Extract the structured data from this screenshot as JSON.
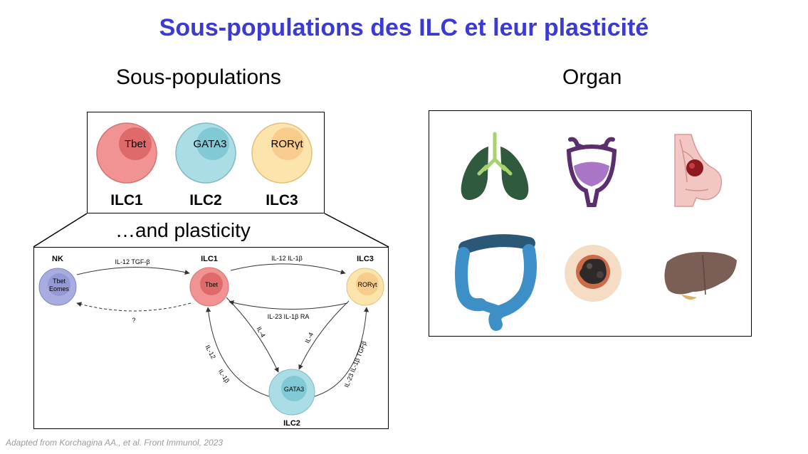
{
  "title": "Sous-populations des ILC et leur plasticité",
  "headings": {
    "subpopulations": "Sous-populations",
    "organ": "Organ"
  },
  "plasticity_heading": "…and plasticity",
  "citation": "Adapted from Korchagina AA., et al. Front Immunol, 2023",
  "ilc_cells": [
    {
      "tf": "Tbet",
      "name": "ILC1",
      "outer": "#ef8e8e",
      "inner": "#e06b6b"
    },
    {
      "tf": "GATA3",
      "name": "ILC2",
      "outer": "#a6dbe3",
      "inner": "#7cc7d3"
    },
    {
      "tf": "RORγt",
      "name": "ILC3",
      "outer": "#fbe0a6",
      "inner": "#f7c98a"
    }
  ],
  "plasticity": {
    "nodes": {
      "nk": {
        "label": "NK",
        "tf_line1": "Tbet",
        "tf_line2": "Eomes"
      },
      "ilc1": {
        "label": "ILC1",
        "tf": "Tbet"
      },
      "ilc3": {
        "label": "ILC3",
        "tf": "RORγt"
      },
      "ilc2": {
        "label": "ILC2",
        "tf": "GATA3"
      }
    },
    "edges": {
      "nk_to_ilc1": "IL-12    TGF-β",
      "ilc1_to_nk": "?",
      "ilc1_to_ilc3": "IL-12    IL-1β",
      "ilc3_to_ilc1": "IL-23  IL-1β  RA",
      "ilc1_to_ilc2": "IL-4",
      "ilc3_to_ilc2": "IL-4",
      "ilc2_to_ilc1_a": "IL-12",
      "ilc2_to_ilc1_b": "IL-1β",
      "ilc2_to_ilc3": "IL-23  IL-1β  TGFβ"
    }
  },
  "organs": [
    "lung-icon",
    "bladder-icon",
    "breast-tumor-icon",
    "colon-icon",
    "tumor-icon",
    "liver-icon"
  ]
}
